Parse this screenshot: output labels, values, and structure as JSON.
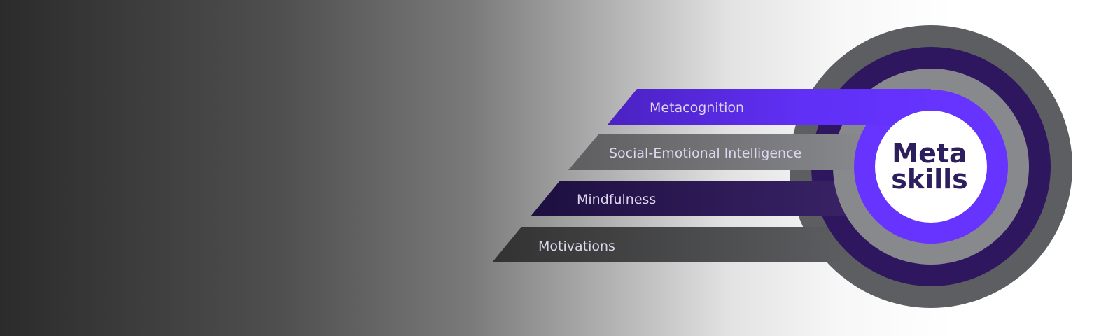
{
  "center": {
    "line1": "Meta",
    "line2": "skills"
  },
  "layers": [
    {
      "label": "Metacognition",
      "color": "#6633ff"
    },
    {
      "label": "Social-Emotional Intelligence",
      "color": "#88898d"
    },
    {
      "label": "Mindfulness",
      "color": "#3a2468"
    },
    {
      "label": "Motivations",
      "color": "#5d5e61"
    }
  ]
}
